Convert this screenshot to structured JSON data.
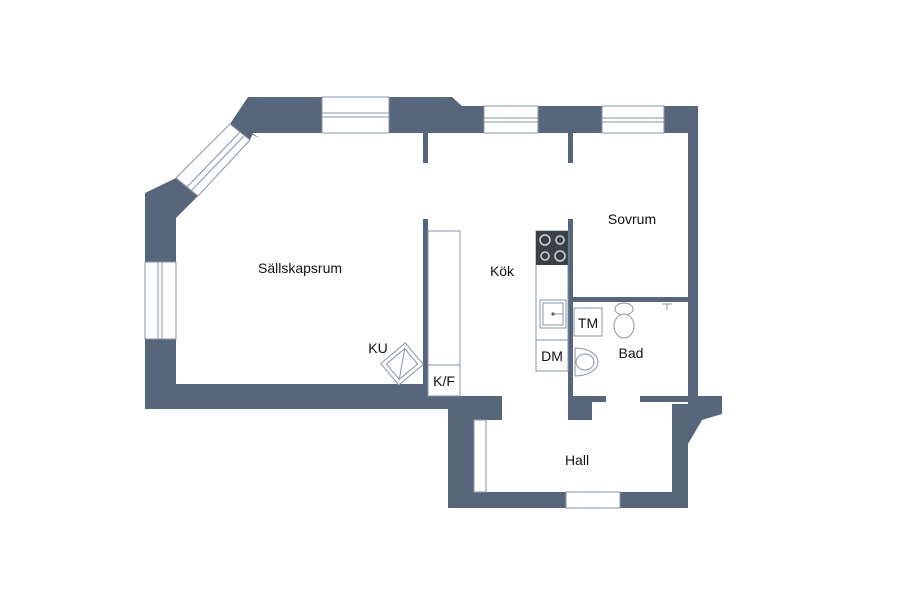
{
  "rooms": {
    "living": "Sällskapsrum",
    "kitchen": "Kök",
    "bedroom": "Sovrum",
    "bath": "Bad",
    "hall": "Hall"
  },
  "fixtures": {
    "ku": "KU",
    "kf": "K/F",
    "tm": "TM",
    "dm": "DM"
  },
  "colors": {
    "wall": "#58667b",
    "background": "#ffffff"
  }
}
